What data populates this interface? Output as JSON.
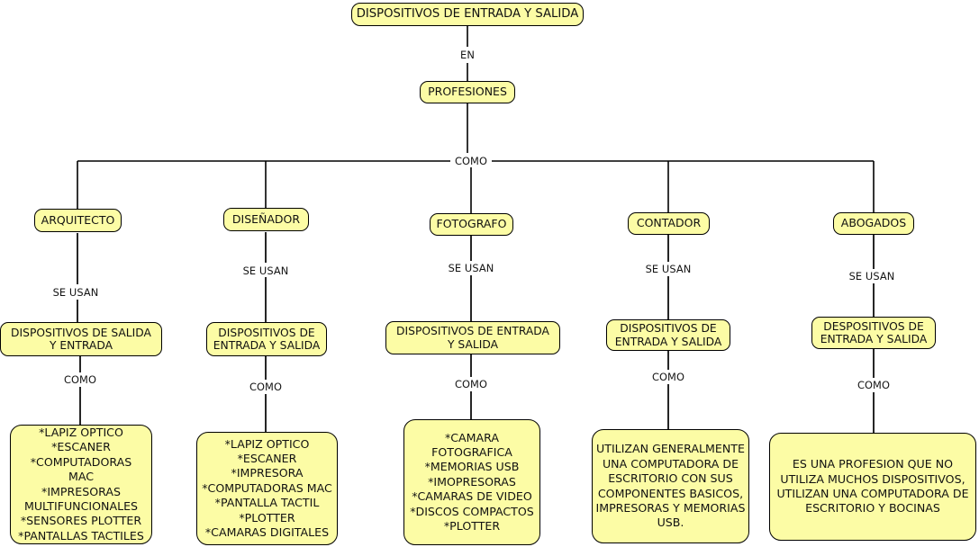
{
  "diagram": {
    "title": "DISPOSITIVOS DE ENTRADA Y SALIDA",
    "root": {
      "label": "DISPOSITIVOS DE ENTRADA Y SALIDA"
    },
    "level2": {
      "label": "PROFESIONES"
    },
    "edge_labels": {
      "en": "EN",
      "como": "COMO",
      "se_usan": "SE USAN",
      "como_lower": "COMO"
    },
    "professions": [
      {
        "label": "ARQUITECTO"
      },
      {
        "label": "DISEÑADOR"
      },
      {
        "label": "FOTOGRAFO"
      },
      {
        "label": "CONTADOR"
      },
      {
        "label": "ABOGADOS"
      }
    ],
    "device_boxes": [
      {
        "label": "DISPOSITIVOS DE SALIDA\nY ENTRADA"
      },
      {
        "label": "DISPOSITIVOS DE\nENTRADA Y SALIDA"
      },
      {
        "label": "DISPOSITIVOS DE ENTRADA\nY SALIDA"
      },
      {
        "label": "DISPOSITIVOS DE\nENTRADA Y SALIDA"
      },
      {
        "label": "DESPOSITIVOS DE\nENTRADA Y SALIDA"
      }
    ],
    "detail_boxes": [
      {
        "label": "*LAPIZ OPTICO\n*ESCANER\n*COMPUTADORAS\nMAC\n*IMPRESORAS\nMULTIFUNCIONALES\n*SENSORES PLOTTER\n*PANTALLAS TACTILES"
      },
      {
        "label": "*LAPIZ OPTICO\n*ESCANER\n*IMPRESORA\n*COMPUTADORAS MAC\n*PANTALLA TACTIL\n*PLOTTER\n*CAMARAS DIGITALES"
      },
      {
        "label": "*CAMARA\nFOTOGRAFICA\n*MEMORIAS USB\n*IMOPRESORAS\n*CAMARAS DE VIDEO\n*DISCOS COMPACTOS\n*PLOTTER"
      },
      {
        "label": "UTILIZAN GENERALMENTE\nUNA COMPUTADORA DE\nESCRITORIO CON SUS\nCOMPONENTES BASICOS,\nIMPRESORAS Y MEMORIAS\nUSB."
      },
      {
        "label": "ES UNA PROFESION QUE NO\nUTILIZA MUCHOS DISPOSITIVOS,\nUTILIZAN UNA COMPUTADORA DE\nESCRITORIO Y BOCINAS"
      }
    ],
    "colors": {
      "node_fill": "#fcfca5",
      "node_border": "#000000",
      "connector": "#000000",
      "text": "#111111",
      "background": "#ffffff"
    }
  }
}
